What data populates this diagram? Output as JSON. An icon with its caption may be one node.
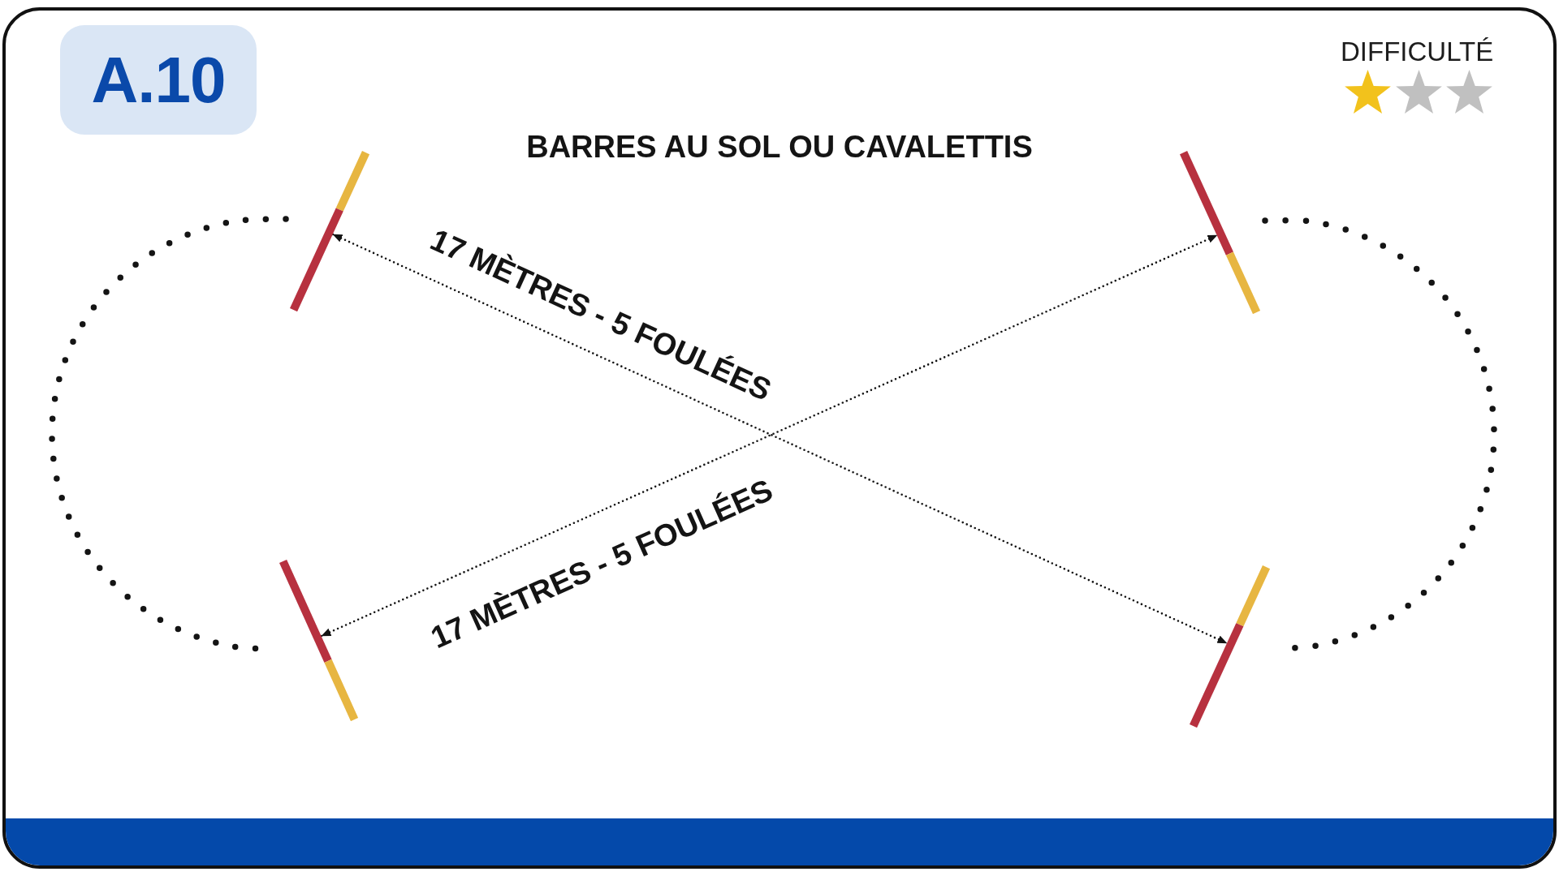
{
  "diagram": {
    "title": "BARRES AU SOL OU CAVALETTIS",
    "nodes": [
      {
        "text": [
          "A.10"
        ]
      },
      {
        "text": [],
        "shape": "bar"
      },
      {
        "text": [],
        "shape": "bar"
      },
      {
        "text": [],
        "shape": "bar"
      },
      {
        "text": [],
        "shape": "bar"
      }
    ],
    "edges": [
      {
        "from": 1,
        "to": 4,
        "arrow": "both",
        "style": "dashed",
        "label": "17 MÈTRES - 5 FOULÉES"
      },
      {
        "from": 3,
        "to": 2,
        "arrow": "both",
        "style": "dashed",
        "label": "17 MÈTRES - 5 FOULÉES"
      },
      {
        "from": 1,
        "to": 3,
        "arrow": "none",
        "style": "dashed"
      },
      {
        "from": 2,
        "to": 4,
        "arrow": "none",
        "style": "dashed"
      }
    ],
    "labels": [
      "DIFFICULTÉ"
    ]
  }
}
